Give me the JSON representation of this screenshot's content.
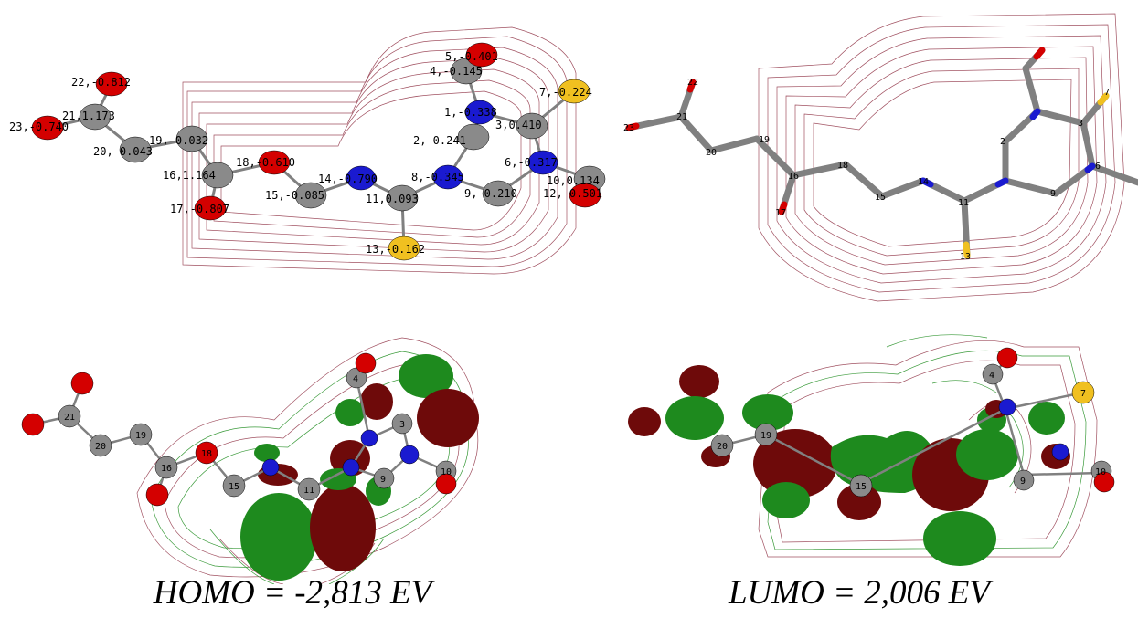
{
  "captions": {
    "homo": "HOMO = -2,813 EV",
    "lumo": "LUMO = 2,006 EV"
  },
  "colors": {
    "oxygen": "#d40000",
    "nitrogen": "#1a1ad0",
    "sulfur": "#f0c020",
    "carbon": "#8a8a8a",
    "bond": "#808080",
    "contour_red": "#a05060",
    "contour_green": "#3a9a3a",
    "lobe_green": "#1e8a1e",
    "lobe_red": "#6e0a0a"
  },
  "charge_labels": [
    "5,-0.401",
    "4,-0.145",
    "7,-0.224",
    "22,-0.812",
    "1,-0.338",
    "21,1.173",
    "23,-0.740",
    "3,0.410",
    "2,-0.241",
    "19,-0.032",
    "20,-0.043",
    "18,-0.610",
    "6,-0.317",
    "10,0.134",
    "16,1.164",
    "14,-0.790",
    "8,-0.345",
    "15,-0.085",
    "9,-0.210",
    "12,-0.501",
    "11,0.093",
    "17,-0.807",
    "13,-0.162"
  ],
  "stick_numbers": [
    "22",
    "23",
    "21",
    "20",
    "19",
    "16",
    "18",
    "17",
    "15",
    "14",
    "11",
    "13",
    "2",
    "3",
    "7",
    "6",
    "9"
  ],
  "homo_atom_numbers": [
    "4",
    "21",
    "20",
    "19",
    "16",
    "18",
    "3",
    "15",
    "11",
    "9",
    "10"
  ],
  "lumo_atom_numbers": [
    "4",
    "7",
    "19",
    "20",
    "15",
    "9",
    "10"
  ]
}
